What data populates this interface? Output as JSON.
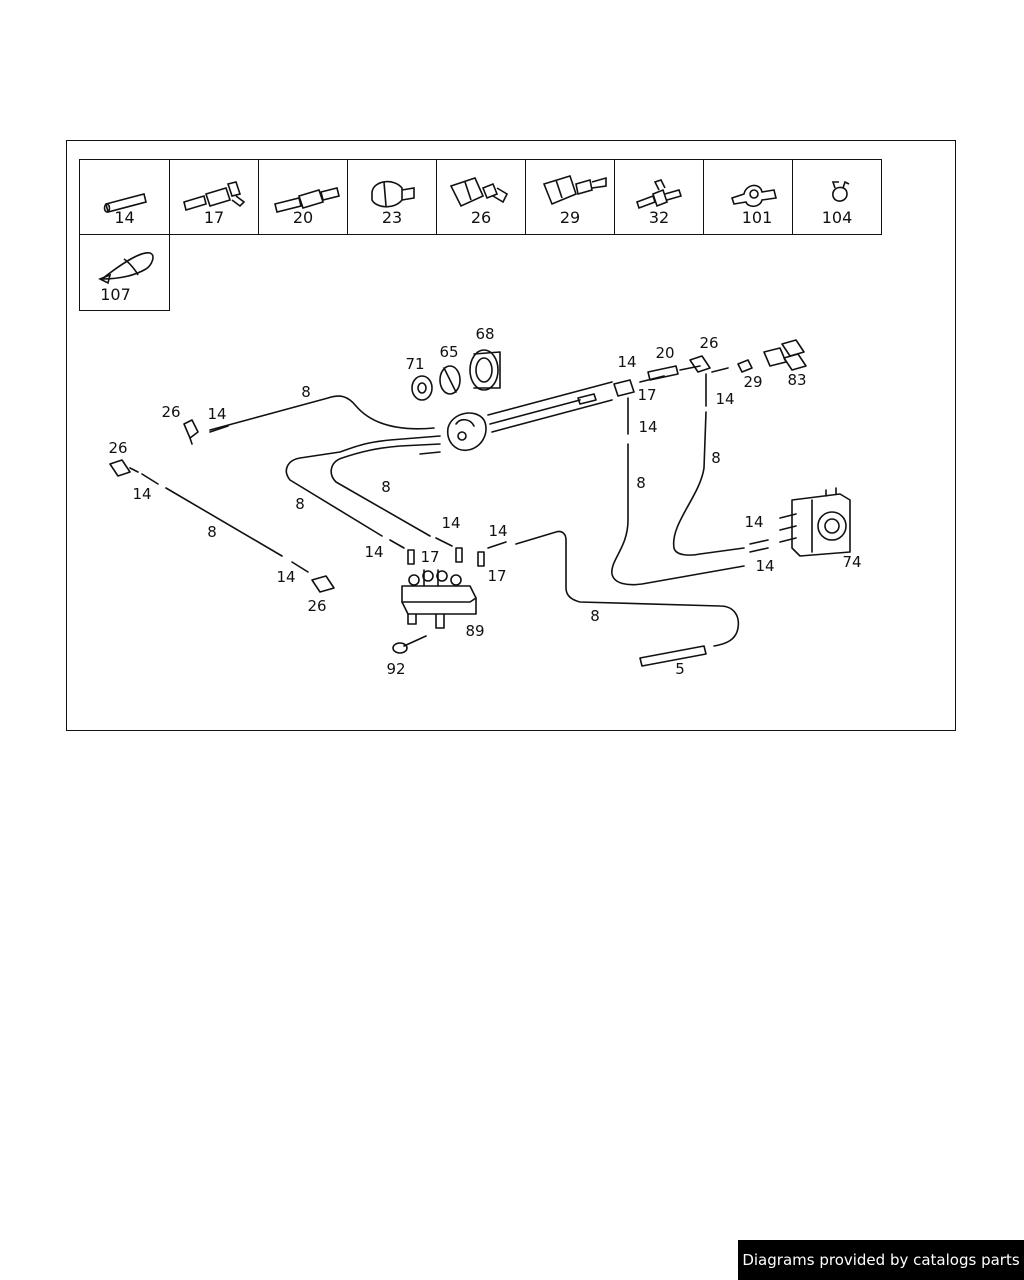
{
  "legend_cells": [
    {
      "label": "14",
      "icon": "hose-sleeve-icon"
    },
    {
      "label": "17",
      "icon": "check-valve-icon"
    },
    {
      "label": "20",
      "icon": "inline-connector-icon"
    },
    {
      "label": "23",
      "icon": "nozzle-icon"
    },
    {
      "label": "26",
      "icon": "angled-nozzle-icon"
    },
    {
      "label": "29",
      "icon": "large-nozzle-icon"
    },
    {
      "label": "32",
      "icon": "t-piece-icon"
    },
    {
      "label": "101",
      "icon": "holder-clip-icon"
    },
    {
      "label": "104",
      "icon": "hose-clamp-icon"
    },
    {
      "label": "107",
      "icon": "cable-tie-icon"
    }
  ],
  "callouts": [
    {
      "text": "68"
    },
    {
      "text": "71"
    },
    {
      "text": "65"
    },
    {
      "text": "8"
    },
    {
      "text": "26"
    },
    {
      "text": "14"
    },
    {
      "text": "26"
    },
    {
      "text": "14"
    },
    {
      "text": "8"
    },
    {
      "text": "14"
    },
    {
      "text": "26"
    },
    {
      "text": "8"
    },
    {
      "text": "8"
    },
    {
      "text": "14"
    },
    {
      "text": "14"
    },
    {
      "text": "17"
    },
    {
      "text": "14"
    },
    {
      "text": "17"
    },
    {
      "text": "89"
    },
    {
      "text": "92"
    },
    {
      "text": "8"
    },
    {
      "text": "5"
    },
    {
      "text": "14"
    },
    {
      "text": "20"
    },
    {
      "text": "26"
    },
    {
      "text": "17"
    },
    {
      "text": "29"
    },
    {
      "text": "83"
    },
    {
      "text": "14"
    },
    {
      "text": "14"
    },
    {
      "text": "8"
    },
    {
      "text": "8"
    },
    {
      "text": "14"
    },
    {
      "text": "14"
    },
    {
      "text": "74"
    }
  ],
  "footer": {
    "text": "Diagrams provided by catalogs parts"
  }
}
